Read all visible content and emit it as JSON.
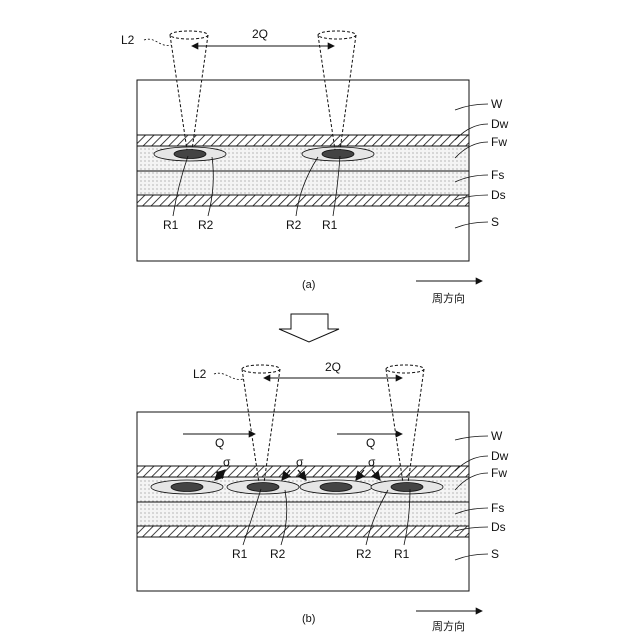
{
  "panel_a": {
    "caption": "(a)",
    "beam_label": "L2",
    "spacing_label": "2Q",
    "layer_labels": {
      "w": "W",
      "dw": "Dw",
      "fw": "Fw",
      "fs": "Fs",
      "ds": "Ds",
      "s": "S"
    },
    "region_labels": {
      "r1_left": "R1",
      "r2_left": "R2",
      "r2_right": "R2",
      "r1_right": "R1"
    },
    "direction_label": "周方向"
  },
  "panel_b": {
    "caption": "(b)",
    "beam_label": "L2",
    "spacing_label": "2Q",
    "shift_labels": {
      "left": "Q",
      "right": "Q"
    },
    "stress_labels": {
      "s1": "σ",
      "s2": "σ",
      "s3": "σ"
    },
    "layer_labels": {
      "w": "W",
      "dw": "Dw",
      "fw": "Fw",
      "fs": "Fs",
      "ds": "Ds",
      "s": "S"
    },
    "region_labels": {
      "r1_left": "R1",
      "r2_left": "R2",
      "r2_right": "R2",
      "r1_right": "R1"
    },
    "direction_label": "周方向"
  },
  "colors": {
    "line": "#111111",
    "dot_fill": "#f3f3f3",
    "core": "#4a4a4a",
    "halo": "#e2e2e2"
  }
}
